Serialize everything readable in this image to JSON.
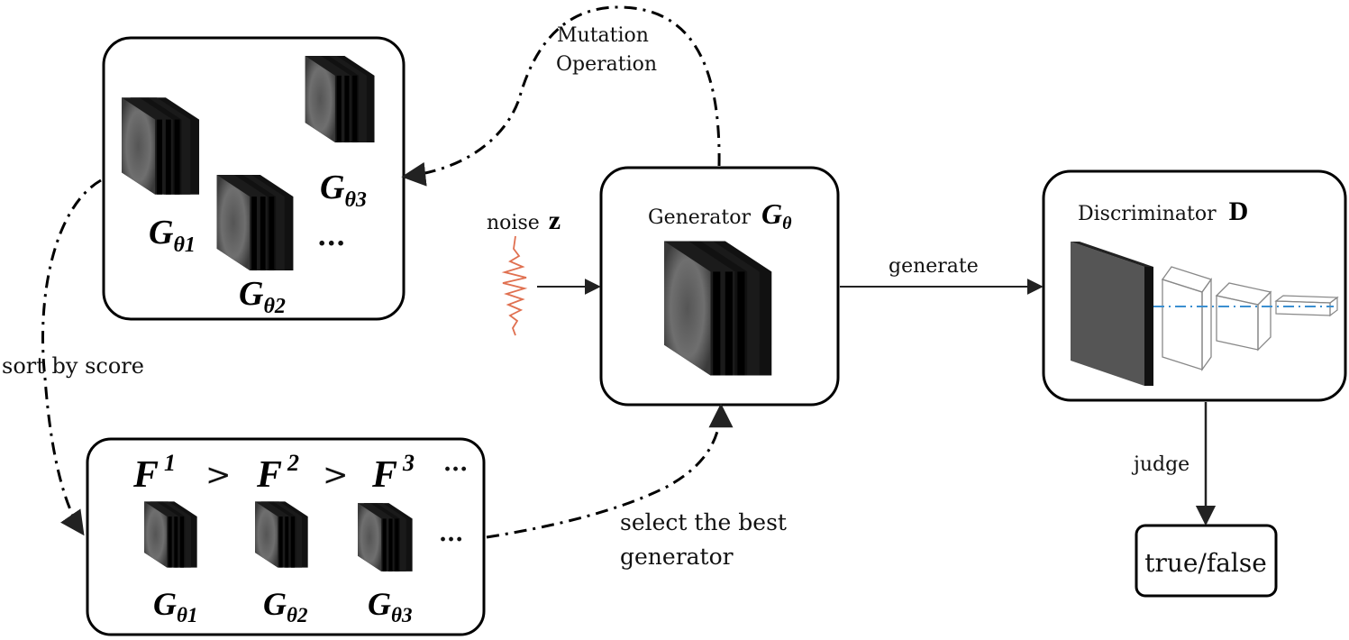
{
  "labels": {
    "mutation_line1": "Mutation",
    "mutation_line2": "Operation",
    "noise": "noise",
    "noise_symbol": "z",
    "generator": "Generator",
    "generator_symbol": "G",
    "generator_sub": "θ",
    "generate": "generate",
    "discriminator": "Discriminator",
    "discriminator_symbol": "D",
    "sort_by_score": "sort by score",
    "select_line1": "select the best",
    "select_line2": "generator",
    "judge": "judge",
    "result": "true/false",
    "ellipsis": "...",
    "gt": ">"
  },
  "population": [
    {
      "symbol": "G",
      "sub": "θ1"
    },
    {
      "symbol": "G",
      "sub": "θ2"
    },
    {
      "symbol": "G",
      "sub": "θ3"
    }
  ],
  "ranking": [
    {
      "f": "F",
      "sup": "1",
      "symbol": "G",
      "sub": "θ1"
    },
    {
      "f": "F",
      "sup": "2",
      "symbol": "G",
      "sub": "θ2"
    },
    {
      "f": "F",
      "sup": "3",
      "symbol": "G",
      "sub": "θ3"
    }
  ]
}
